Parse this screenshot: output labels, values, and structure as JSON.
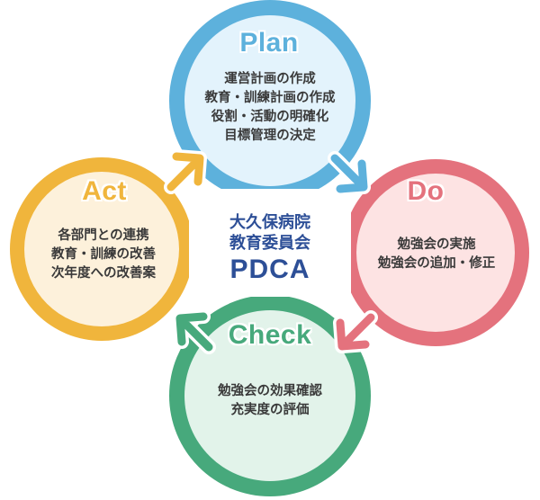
{
  "colors": {
    "plan": "#5db1dc",
    "do": "#e4727d",
    "check": "#47a97c",
    "act": "#f0b53c",
    "plan_fill": "#e3f3fc",
    "do_fill": "#fde3e3",
    "check_fill": "#e2f3ea",
    "act_fill": "#fdf1db",
    "center_text": "#2d4f97"
  },
  "center": {
    "line1": "大久保病院",
    "line2": "教育委員会",
    "line3": "PDCA"
  },
  "stages": {
    "plan": {
      "title": "Plan",
      "items": [
        "運営計画の作成",
        "教育・訓練計画の作成",
        "役割・活動の明確化",
        "目標管理の決定"
      ]
    },
    "do": {
      "title": "Do",
      "items": [
        "勉強会の実施",
        "勉強会の追加・修正"
      ]
    },
    "check": {
      "title": "Check",
      "items": [
        "勉強会の効果確認",
        "充実度の評価"
      ]
    },
    "act": {
      "title": "Act",
      "items": [
        "各部門との連携",
        "教育・訓練の改善",
        "次年度への改善案"
      ]
    }
  },
  "arrows": {
    "plan_to_do": "arrow-down-right-icon",
    "do_to_check": "arrow-down-left-icon",
    "check_to_act": "arrow-up-left-icon",
    "act_to_plan": "arrow-up-right-icon"
  }
}
